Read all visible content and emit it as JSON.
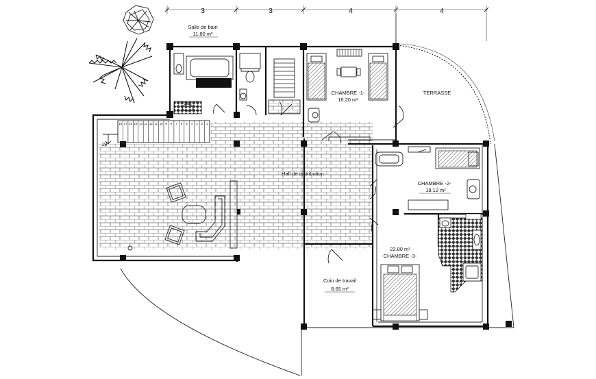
{
  "dimensions": [
    "3",
    "3",
    "4",
    "4"
  ],
  "rooms": {
    "salle_de_bain": {
      "name": "Salle de bain",
      "area": "11.80 m²"
    },
    "chambre_1": {
      "name": "CHAMBRE -1-",
      "area": "16.20 m²"
    },
    "terrasse": {
      "name": "TERRASSE"
    },
    "hall": {
      "name": "Hall de distribution"
    },
    "chambre_2": {
      "name": "CHAMBRE -2-",
      "area": "18.12 m²"
    },
    "chambre_3": {
      "name": "CHAMBRE -3-",
      "area": "22.80 m²"
    },
    "coin_travail": {
      "name": "Coin de travail",
      "area": "8.65 m²"
    }
  },
  "stair_numbers": [
    "18",
    "17",
    "16",
    "15",
    "14",
    "13",
    "12",
    "11",
    "10",
    "9",
    "8",
    "7",
    "6",
    "5",
    "4",
    "3",
    "2",
    "1"
  ],
  "stair_landing": "19",
  "colors": {
    "line": "#111111",
    "background": "#ffffff"
  }
}
